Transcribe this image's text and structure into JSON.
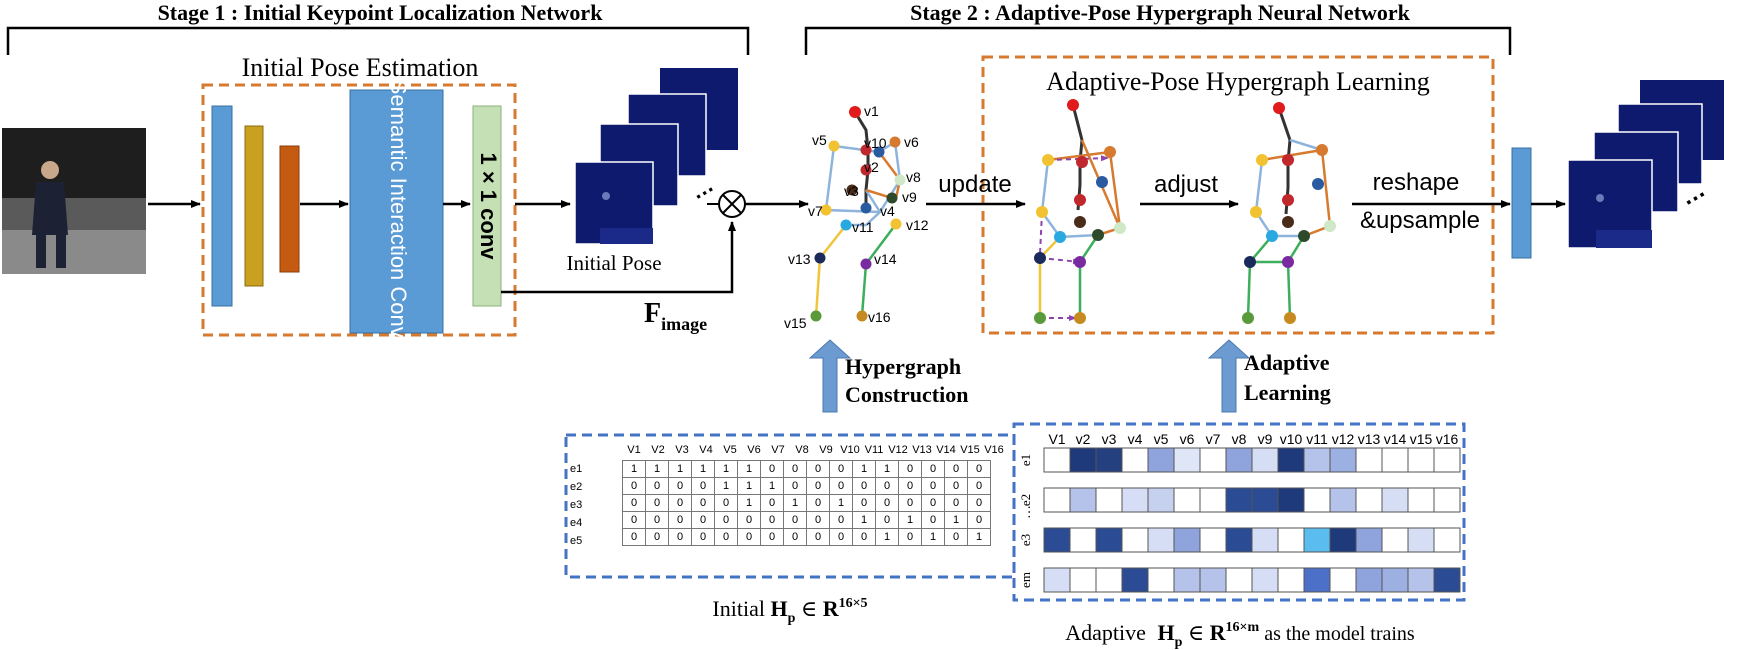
{
  "stage1": {
    "title": "Stage 1 : Initial Keypoint Localization Network",
    "box_title": "Initial Pose Estimation",
    "sic_label": "Semantic Interaction Conv.",
    "conv_label": "1 × 1 conv",
    "initial_pose_label": "Initial Pose",
    "f_image_main": "F",
    "f_image_sub": "image"
  },
  "stage2": {
    "title": "Stage 2 : Adaptive-Pose Hypergraph Neural Network",
    "box_title": "Adaptive-Pose Hypergraph Learning",
    "update_label": "update",
    "adjust_label": "adjust",
    "reshape_label": "reshape",
    "upsample_label": "&upsample"
  },
  "arrows": {
    "hypergraph_line1": "Hypergraph",
    "hypergraph_line2": "Construction",
    "adaptive_line1": "Adaptive",
    "adaptive_line2": "Learning"
  },
  "initial_matrix": {
    "caption_prefix": "Initial ",
    "caption_symbol": "H",
    "caption_sub": "p",
    "caption_set": " ∈ ",
    "caption_R": "R",
    "caption_sup": "16×5",
    "columns": [
      "V1",
      "V2",
      "V3",
      "V4",
      "V5",
      "V6",
      "V7",
      "V8",
      "V9",
      "V10",
      "V11",
      "V12",
      "V13",
      "V14",
      "V15",
      "V16"
    ],
    "rows": [
      {
        "label": "e1",
        "values": [
          1,
          1,
          1,
          1,
          1,
          1,
          0,
          0,
          0,
          0,
          1,
          1,
          0,
          0,
          0,
          0
        ]
      },
      {
        "label": "e2",
        "values": [
          0,
          0,
          0,
          0,
          1,
          1,
          1,
          0,
          0,
          0,
          0,
          0,
          0,
          0,
          0,
          0
        ]
      },
      {
        "label": "e3",
        "values": [
          0,
          0,
          0,
          0,
          0,
          1,
          0,
          1,
          0,
          1,
          0,
          0,
          0,
          0,
          0,
          0
        ]
      },
      {
        "label": "e4",
        "values": [
          0,
          0,
          0,
          0,
          0,
          0,
          0,
          0,
          0,
          0,
          1,
          0,
          1,
          0,
          1,
          0
        ]
      },
      {
        "label": "e5",
        "values": [
          0,
          0,
          0,
          0,
          0,
          0,
          0,
          0,
          0,
          0,
          0,
          1,
          0,
          1,
          0,
          1
        ]
      }
    ]
  },
  "adaptive_matrix": {
    "caption_prefix": "Adaptive ",
    "caption_symbol": "H",
    "caption_sub": "p",
    "caption_set": " ∈ ",
    "caption_R": "R",
    "caption_sup": "16×m",
    "caption_suffix": " as the model trains",
    "columns": [
      "V1",
      "v2",
      "v3",
      "v4",
      "v5",
      "v6",
      "v7",
      "v8",
      "v9",
      "v10",
      "v11",
      "v12",
      "v13",
      "v14",
      "v15",
      "v16"
    ],
    "row_labels": [
      "e1",
      "e2",
      "e3",
      "em"
    ],
    "row_dots": "…",
    "rows": [
      [
        "#ffffff",
        "#1f3a7a",
        "#25407f",
        "#ffffff",
        "#8fa4dc",
        "#dfe6f7",
        "#ffffff",
        "#8fa4dc",
        "#d6def5",
        "#1f3a7a",
        "#b5c3ea",
        "#9db0e2",
        "#ffffff",
        "#ffffff",
        "#ffffff",
        "#ffffff"
      ],
      [
        "#ffffff",
        "#b5c3ea",
        "#ffffff",
        "#d6def5",
        "#c5d1ef",
        "#ffffff",
        "#ffffff",
        "#2b4b94",
        "#2b4b94",
        "#1f3a7a",
        "#ffffff",
        "#b5c3ea",
        "#ffffff",
        "#d6def5",
        "#ffffff",
        "#ffffff"
      ],
      [
        "#2b4b94",
        "#ffffff",
        "#2b4b94",
        "#ffffff",
        "#d6def5",
        "#8fa4dc",
        "#ffffff",
        "#2b4b94",
        "#d6def5",
        "#ffffff",
        "#5bbcf0",
        "#1f3a7a",
        "#8fa4dc",
        "#ffffff",
        "#d6def5",
        "#ffffff"
      ],
      [
        "#d6def5",
        "#ffffff",
        "#ffffff",
        "#2b4b94",
        "#ffffff",
        "#b5c3ea",
        "#b5c3ea",
        "#ffffff",
        "#d6def5",
        "#ffffff",
        "#4c6fc7",
        "#ffffff",
        "#8fa4dc",
        "#9db0e2",
        "#b5c3ea",
        "#2b4b94"
      ]
    ]
  },
  "skeleton_labels": [
    "v1",
    "v2",
    "v3",
    "v4",
    "v5",
    "v6",
    "v7",
    "v8",
    "v9",
    "v10",
    "v11",
    "v12",
    "v13",
    "v14",
    "v15",
    "v16"
  ],
  "feature_map_dots": "…",
  "colors": {
    "orange_box": "#d67a30",
    "blue_box": "#4472c4",
    "bar_blue": "#5b9bd5",
    "bar_gold": "#c9a020",
    "bar_orange": "#c55a11",
    "conv_green": "#c5e0b4",
    "map_navy": "#0e1a6e",
    "arrow_blue": "#6b9bd1"
  }
}
